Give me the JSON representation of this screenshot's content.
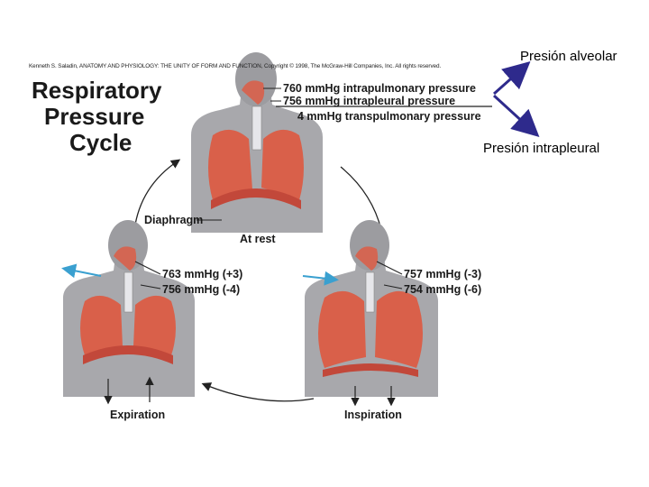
{
  "credit": "Kenneth S. Saladin, ANATOMY AND PHYSIOLOGY: THE UNITY OF FORM AND FUNCTION, Copyright © 1998, The McGraw-Hill Companies, Inc. All rights reserved.",
  "title": [
    "Respiratory",
    "Pressure",
    "Cycle"
  ],
  "rest": {
    "intrapulmonary": "760 mmHg intrapulmonary pressure",
    "intrapleural": "756 mmHg intrapleural pressure",
    "transpulmonary": "4 mmHg transpulmonary pressure",
    "diaphragm": "Diaphragm",
    "caption": "At rest"
  },
  "expiration": {
    "p1": "763 mmHg (+3)",
    "p2": "756 mmHg (-4)",
    "caption": "Expiration"
  },
  "inspiration": {
    "p1": "757 mmHg (-3)",
    "p2": "754 mmHg (-6)",
    "caption": "Inspiration"
  },
  "annotations": {
    "alveolar": "Presión alveolar",
    "intrapleural": "Presión intrapleural"
  },
  "colors": {
    "skin": "#a8a8ac",
    "lung": "#d9604a",
    "diaphragm": "#c2483a",
    "arrow": "#2e2a8c",
    "air": "#3aa0d0"
  }
}
